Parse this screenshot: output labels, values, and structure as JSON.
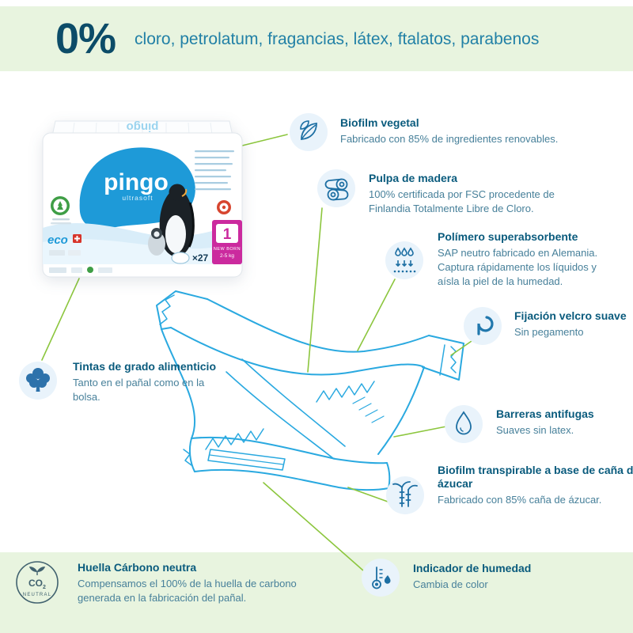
{
  "banner": {
    "percent": "0%",
    "text": "cloro, petrolatum, fragancias, látex, ftalatos, parabenos"
  },
  "package": {
    "brand": "pingo",
    "brand_mirrored": "pingo",
    "subbrand": "ultrasoft",
    "eco_label": "eco",
    "size_number": "1",
    "size_label": "NEW BORN",
    "size_weight": "2-5 kg",
    "count": "×27"
  },
  "features": [
    {
      "id": "biofilm-vegetal",
      "icon": "leaf-icon",
      "title": "Biofilm vegetal",
      "description": "Fabricado con 85% de ingredientes renovables."
    },
    {
      "id": "pulpa-madera",
      "icon": "wood-logs-icon",
      "title": "Pulpa de madera",
      "description": "100% certificada por FSC procedente de Finlandia Totalmente Libre de Cloro."
    },
    {
      "id": "polimero-superabsorbente",
      "icon": "absorb-drops-icon",
      "title": "Polímero superabsorbente",
      "description": "SAP neutro fabricado en Alemania. Captura rápidamente los líquidos y aísla la piel de la humedad."
    },
    {
      "id": "fijacion-velcro",
      "icon": "hook-icon",
      "title": "Fijación velcro suave",
      "description": "Sin pegamento"
    },
    {
      "id": "tintas-alimenticias",
      "icon": "tree-icon",
      "title": "Tintas de grado alimenticio",
      "description": "Tanto en el pañal como en la bolsa."
    },
    {
      "id": "barreras-antifugas",
      "icon": "droplet-icon",
      "title": "Barreras antifugas",
      "description": "Suaves sin latex."
    },
    {
      "id": "biofilm-cana",
      "icon": "sugarcane-icon",
      "title": "Biofilm transpirable a base de caña de ázucar",
      "description": "Fabricado con 85% caña de ázucar."
    },
    {
      "id": "indicador-humedad",
      "icon": "humidity-icon",
      "title": "Indicador de humedad",
      "description": "Cambia de color"
    },
    {
      "id": "huella-carbono",
      "icon": "co2-neutral-icon",
      "title": "Huella Cárbono neutra",
      "description": "Compensamos el 100% de la huella de carbono generada en la fabricación del pañal."
    }
  ],
  "co2_badge": {
    "gas": "CO",
    "sub": "2",
    "label": "NEUTRAL"
  },
  "colors": {
    "banner_bg": "#e8f4df",
    "accent_green": "#8cc63e",
    "title_blue": "#0a5b7d",
    "body_teal": "#47809a",
    "diaper_blue": "#2aa9e0",
    "brand_blue": "#1e9ad8",
    "size_magenta": "#cb2a9e",
    "icon_blue": "#1d6fa3",
    "icon_bg": "#e9f3fb"
  }
}
